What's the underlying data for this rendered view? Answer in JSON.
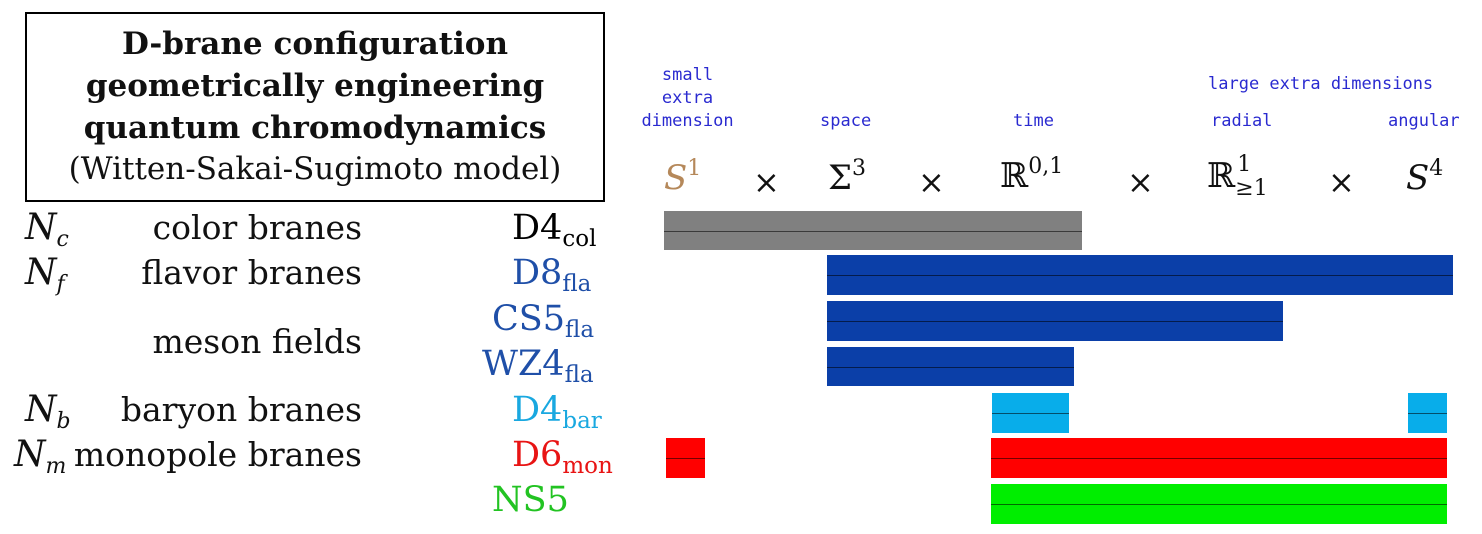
{
  "title_box": {
    "lines": [
      "D-brane configuration",
      "geometrically engineering",
      "quantum chromodynamics"
    ],
    "subtitle": "(Witten-Sakai-Sugimoto model)"
  },
  "header": {
    "small_extra_dimension": [
      "small",
      "extra",
      "dimension"
    ],
    "large_extra_dimensions": "large extra dimensions",
    "space": "space",
    "time": "time",
    "radial": "radial",
    "angular": "angular"
  },
  "factors": {
    "s1": {
      "base": "S",
      "sup": "1",
      "color": "#b5885a"
    },
    "sigma3": {
      "base": "Σ",
      "sup": "3"
    },
    "r01": {
      "base": "ℝ",
      "sup": "0,1"
    },
    "rge1": {
      "base": "ℝ",
      "sup": "1",
      "sub": "≥1"
    },
    "s4": {
      "base": "S",
      "sup": "4"
    },
    "times": "×"
  },
  "rows": {
    "color": {
      "count_base": "N",
      "count_sub": "c",
      "name": "color branes",
      "brane": "D4",
      "brane_sub": "col",
      "color": "#000000",
      "bar_color": "#808080"
    },
    "flavor": {
      "count_base": "N",
      "count_sub": "f",
      "name": "flavor branes",
      "brane": "D8",
      "brane_sub": "fla",
      "color": "#1f4fa8",
      "bar_color": "#0b3fa8"
    },
    "cs5": {
      "brane": "CS5",
      "brane_sub": "fla",
      "color": "#1f4fa8",
      "bar_color": "#0b3fa8"
    },
    "meson": {
      "name": "meson fields"
    },
    "wz4": {
      "brane": "WZ4",
      "brane_sub": "fla",
      "color": "#1f4fa8",
      "bar_color": "#0b3fa8"
    },
    "baryon": {
      "count_base": "N",
      "count_sub": "b",
      "name": "baryon branes",
      "brane": "D4",
      "brane_sub": "bar",
      "color": "#19a8e0",
      "bar_color": "#08adea"
    },
    "monopole": {
      "count_base": "N",
      "count_sub": "m",
      "name": "monopole branes",
      "brane": "D6",
      "brane_sub": "mon",
      "color": "#e81414",
      "bar_color": "#ff0000"
    },
    "ns5": {
      "brane": "NS5",
      "color": "#22c322",
      "bar_color": "#00ee00"
    }
  }
}
